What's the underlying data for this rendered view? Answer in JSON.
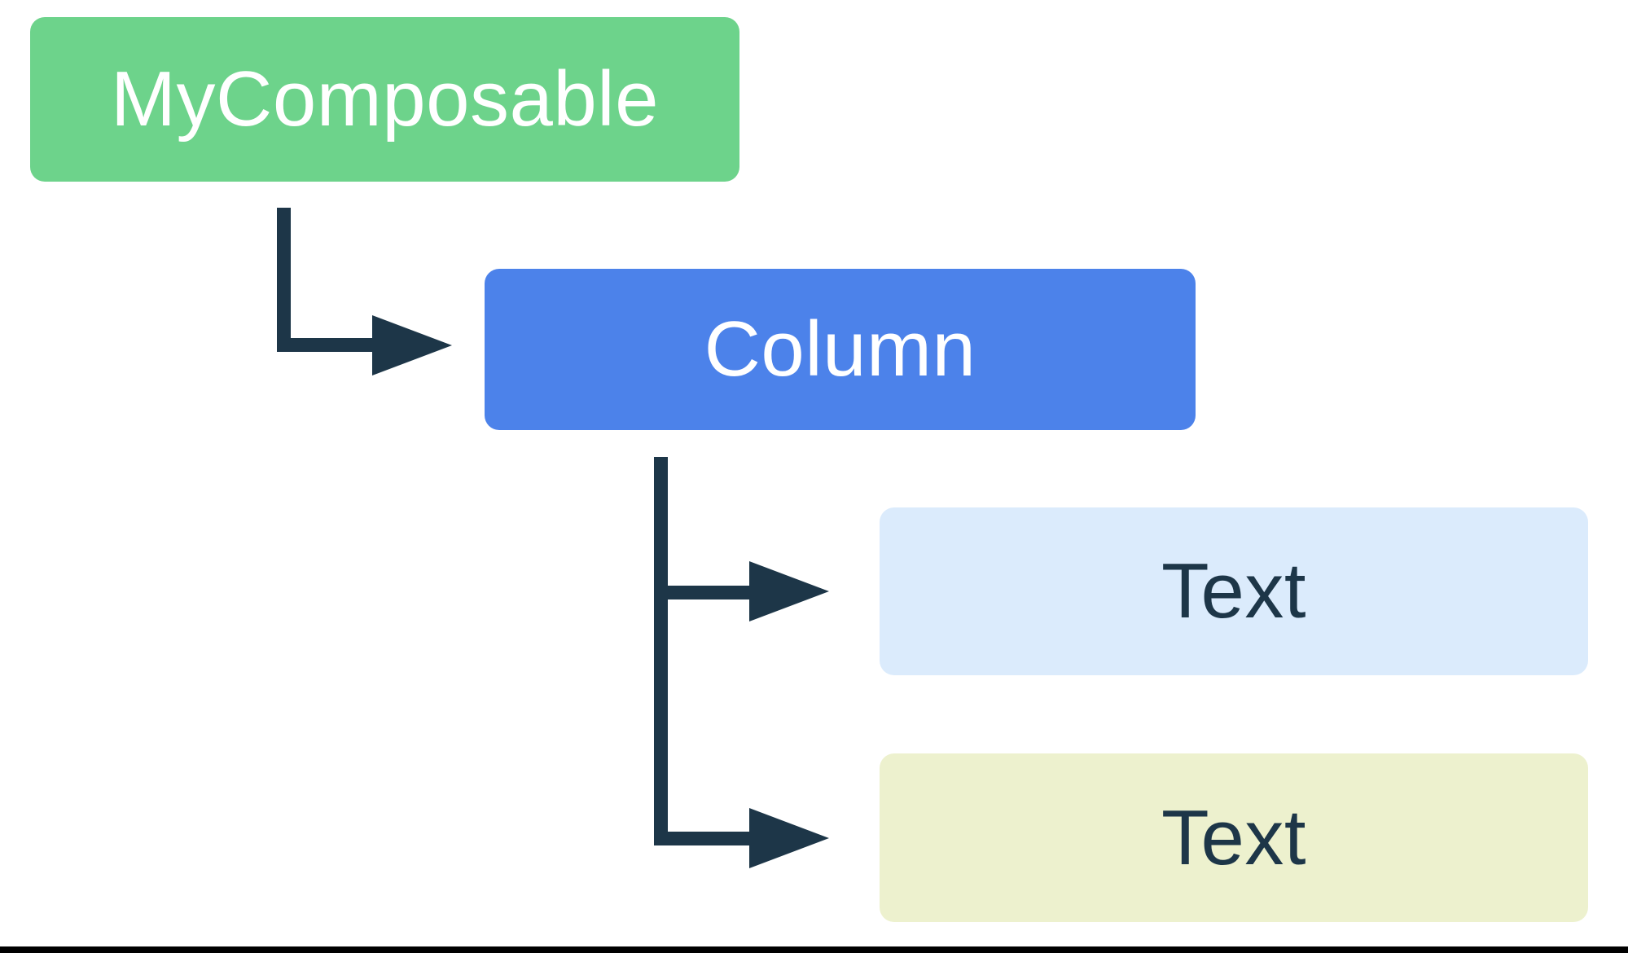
{
  "diagram": {
    "type": "tree",
    "nodes": [
      {
        "id": "my-composable",
        "label": "MyComposable",
        "bg": "#6DD38B",
        "fg": "#FFFFFF",
        "parent": null
      },
      {
        "id": "column",
        "label": "Column",
        "bg": "#4C82EA",
        "fg": "#FFFFFF",
        "parent": "my-composable"
      },
      {
        "id": "text-1",
        "label": "Text",
        "bg": "#DBEBFC",
        "fg": "#1D3648",
        "parent": "column"
      },
      {
        "id": "text-2",
        "label": "Text",
        "bg": "#EDF1CE",
        "fg": "#1D3648",
        "parent": "column"
      }
    ],
    "edges": [
      {
        "from": "my-composable",
        "to": "column"
      },
      {
        "from": "column",
        "to": "text-1"
      },
      {
        "from": "column",
        "to": "text-2"
      }
    ],
    "connector_color": "#1D3648",
    "bottom_rule_color": "#000000",
    "background_color": "#FFFFFF"
  }
}
